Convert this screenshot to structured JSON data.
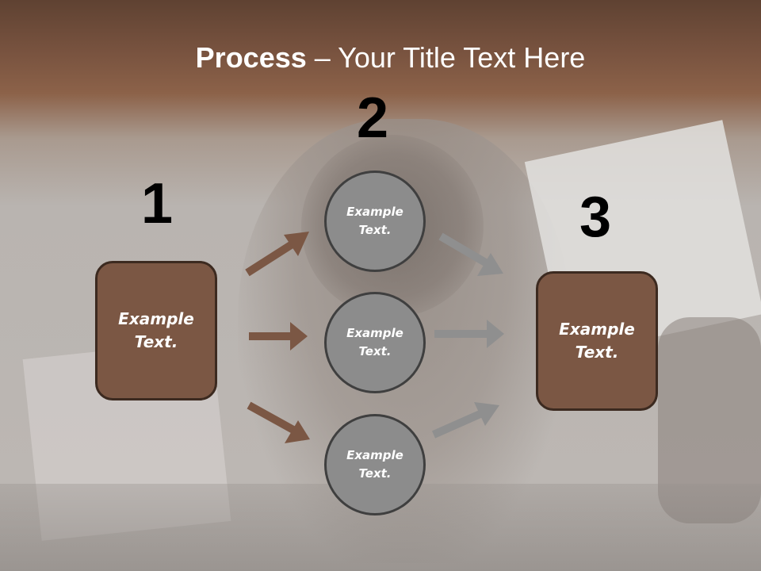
{
  "title": {
    "bold": "Process",
    "rest": " – Your Title Text Here"
  },
  "steps": {
    "one": "1",
    "two": "2",
    "three": "3"
  },
  "box_left": {
    "line1": "Example",
    "line2": "Text."
  },
  "box_right": {
    "line1": "Example",
    "line2": "Text."
  },
  "circles": [
    {
      "line1": "Example",
      "line2": "Text."
    },
    {
      "line1": "Example",
      "line2": "Text."
    },
    {
      "line1": "Example",
      "line2": "Text."
    }
  ],
  "colors": {
    "box_fill": "#7b5744",
    "circle_fill": "#8c8c8c",
    "arrow_brown": "#7b5744",
    "arrow_gray": "#8f8f8f"
  }
}
